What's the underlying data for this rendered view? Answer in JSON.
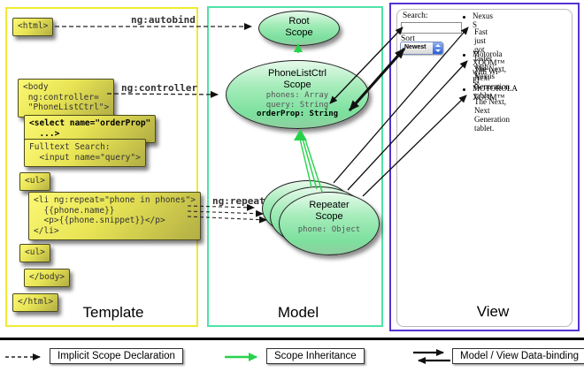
{
  "columns": {
    "template_label": "Template",
    "model_label": "Model",
    "view_label": "View"
  },
  "directives": {
    "autobind": "ng:autobind",
    "controller": "ng:controller",
    "repeat": "ng:repeat"
  },
  "template": {
    "code_boxes": [
      {
        "name": "html-open-tag",
        "text": "<html>"
      },
      {
        "name": "body-open-tag",
        "text": "<body\n ng:controller=\n \"PhoneListCtrl\">"
      },
      {
        "name": "select-tag",
        "text": "<select name=\"orderProp\"\n  ...>"
      },
      {
        "name": "fulltext-search",
        "text": "Fulltext Search:\n  <input name=\"query\">"
      },
      {
        "name": "ul-tag-1",
        "text": "<ul>"
      },
      {
        "name": "li-repeat-tag",
        "text": "<li ng:repeat=\"phone in phones\">\n  {{phone.name}}\n  <p>{{phone.snippet}}</p>\n</li>"
      },
      {
        "name": "ul-tag-2",
        "text": "<ul>"
      },
      {
        "name": "body-close-tag",
        "text": "</body>"
      },
      {
        "name": "html-close-tag",
        "text": "</html>"
      }
    ]
  },
  "model": {
    "root_scope": {
      "title": "Root\nScope"
    },
    "phonelist_scope": {
      "title": "PhoneListCtrl\nScope",
      "props": [
        "phones: Array",
        "query: String"
      ],
      "prop_bold": "orderProp: String"
    },
    "repeater_scope": {
      "title": "Repeater\nScope",
      "prop": "phone: Object"
    }
  },
  "view": {
    "search_label": "Search:",
    "search_value": "",
    "sort_label": "Sort by:",
    "sort_value": "Newest",
    "items": [
      {
        "title": "Nexus S",
        "desc": "Fast just got faster with Nexus S."
      },
      {
        "title": "Motorola XOOM™ with Wi-Fi",
        "desc": "The Next, Next Generation tablet."
      },
      {
        "title": "MOTOROLA XOOM™",
        "desc": "The Next, Next Generation tablet."
      }
    ]
  },
  "legend": {
    "implicit": "Implicit Scope Declaration",
    "inheritance": "Scope Inheritance",
    "binding": "Model / View Data-binding"
  },
  "colors": {
    "template_border": "#f2ea30",
    "model_border": "#4fe3a7",
    "view_border": "#5433d3",
    "code_top": "#fbf873",
    "code_bottom": "#b2ae44",
    "scope_top": "#e6f9ea",
    "scope_bottom": "#8fcfa0",
    "inherit_arrow": "#27d24a"
  }
}
